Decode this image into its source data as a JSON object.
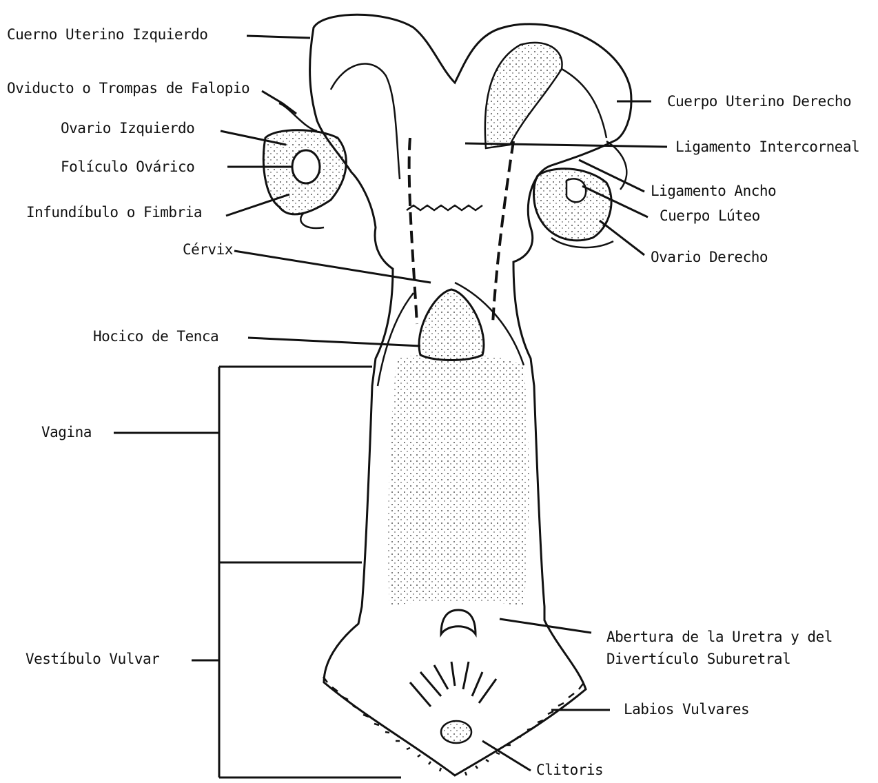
{
  "labels": {
    "cuerno_izq": "Cuerno Uterino Izquierdo",
    "oviducto": "Oviducto o Trompas de Falopio",
    "ovario_izq": "Ovario Izquierdo",
    "foliculo": "Folículo Ovárico",
    "infundibulo": "Infundíbulo o Fimbria",
    "cervix": "Cérvix",
    "hocico": "Hocico de Tenca",
    "vagina": "Vagina",
    "vestibulo": "Vestíbulo Vulvar",
    "cuerpo_uterino_der": "Cuerpo Uterino Derecho",
    "ligamento_intercorneal": "Ligamento Intercorneal",
    "ligamento_ancho": "Ligamento Ancho",
    "cuerpo_luteo": "Cuerpo Lúteo",
    "ovario_der": "Ovario Derecho",
    "abertura_line1": "Abertura de la Uretra y del",
    "abertura_line2": "Divertículo Suburetral",
    "labios": "Labios Vulvares",
    "clitoris": "Clitoris"
  }
}
